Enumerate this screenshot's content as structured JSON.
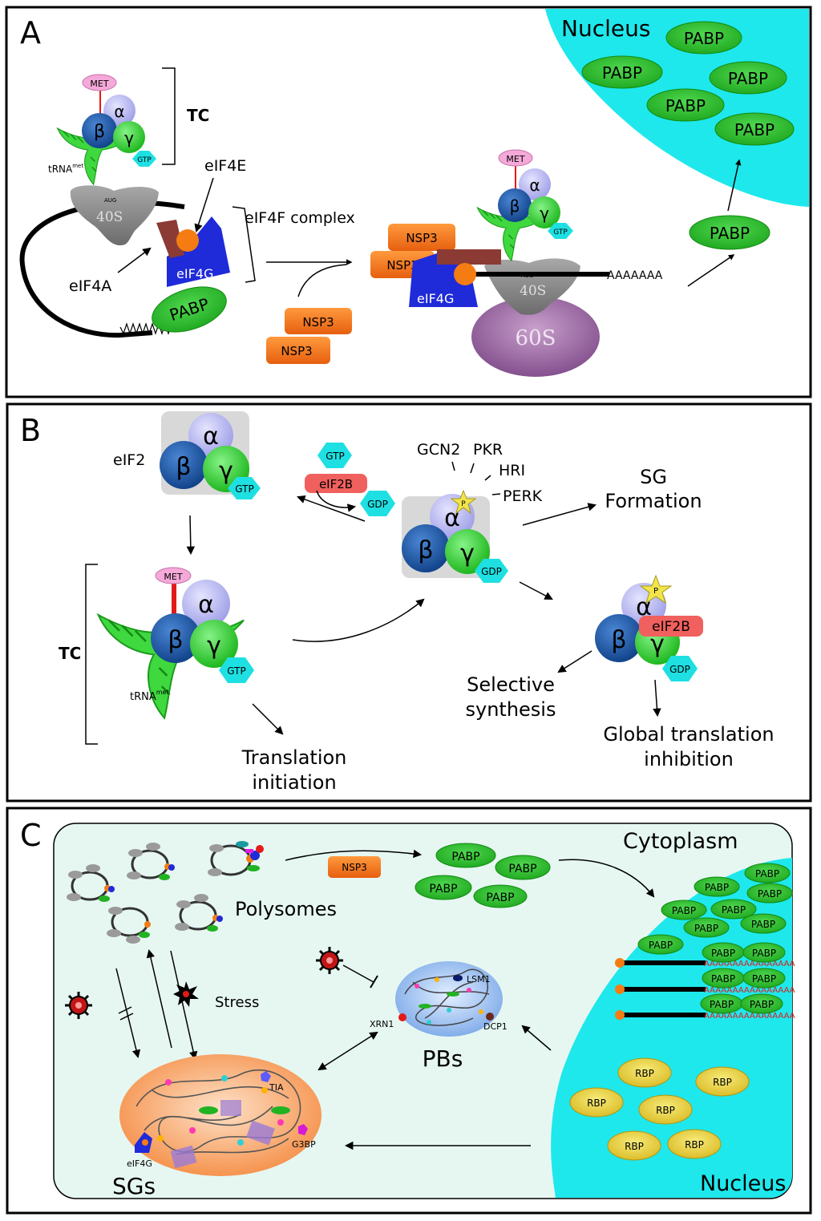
{
  "panels": {
    "a": {
      "letter": "A"
    },
    "b": {
      "letter": "B"
    },
    "c": {
      "letter": "C"
    }
  },
  "labels": {
    "nucleus": "Nucleus",
    "pabp": "PABP",
    "met": "MET",
    "alpha": "α",
    "beta": "β",
    "gamma": "γ",
    "gtp": "GTP",
    "gdp": "GDP",
    "tc": "TC",
    "trna_main": "tRNA",
    "trna_sup": "met",
    "aug": "AUG",
    "s40": "40S",
    "s60": "60S",
    "eif4e": "eIF4E",
    "eif4f": "eIF4F complex",
    "eif4a": "eIF4A",
    "eif4g": "eIF4G",
    "nsp3": "NSP3",
    "polya": "AAAAAAA",
    "eif2": "eIF2",
    "eif2b": "eIF2B",
    "p": "P",
    "gcn2": "GCN2",
    "pkr": "PKR",
    "hri": "HRI",
    "perk": "PERK",
    "sg_formation_1": "SG",
    "sg_formation_2": "Formation",
    "translation_init_1": "Translation",
    "translation_init_2": "initiation",
    "selective_1": "Selective",
    "selective_2": "synthesis",
    "global_1": "Global translation",
    "global_2": "inhibition",
    "cytoplasm": "Cytoplasm",
    "polysomes": "Polysomes",
    "stress": "Stress",
    "pbs": "PBs",
    "sgs": "SGs",
    "lsm1": "LSM1",
    "xrn1": "XRN1",
    "dcp1": "DCP1",
    "tia": "TIA",
    "g3bp": "G3BP",
    "rbp": "RBP",
    "polya_long": "AAAAAAAAAAAAAAAA"
  },
  "colors": {
    "nucleus": "#1fe9ee",
    "pabp": "#22b322",
    "nsp3": "#f57a1e",
    "eif4g": "#1f2bd6",
    "alpha": "#b5b5f0",
    "beta": "#1b55a8",
    "gamma": "#22c322",
    "gtp": "#19dde0",
    "met": "#f6a8d8",
    "eif2b": "#f0605e",
    "ribosome40": "#808080",
    "ribosome60": "#8e5a98",
    "cytoplasm": "#e6f7f3",
    "sg": "#f59a55",
    "pb": "#8db8ee",
    "rbp": "#e3c21e"
  }
}
